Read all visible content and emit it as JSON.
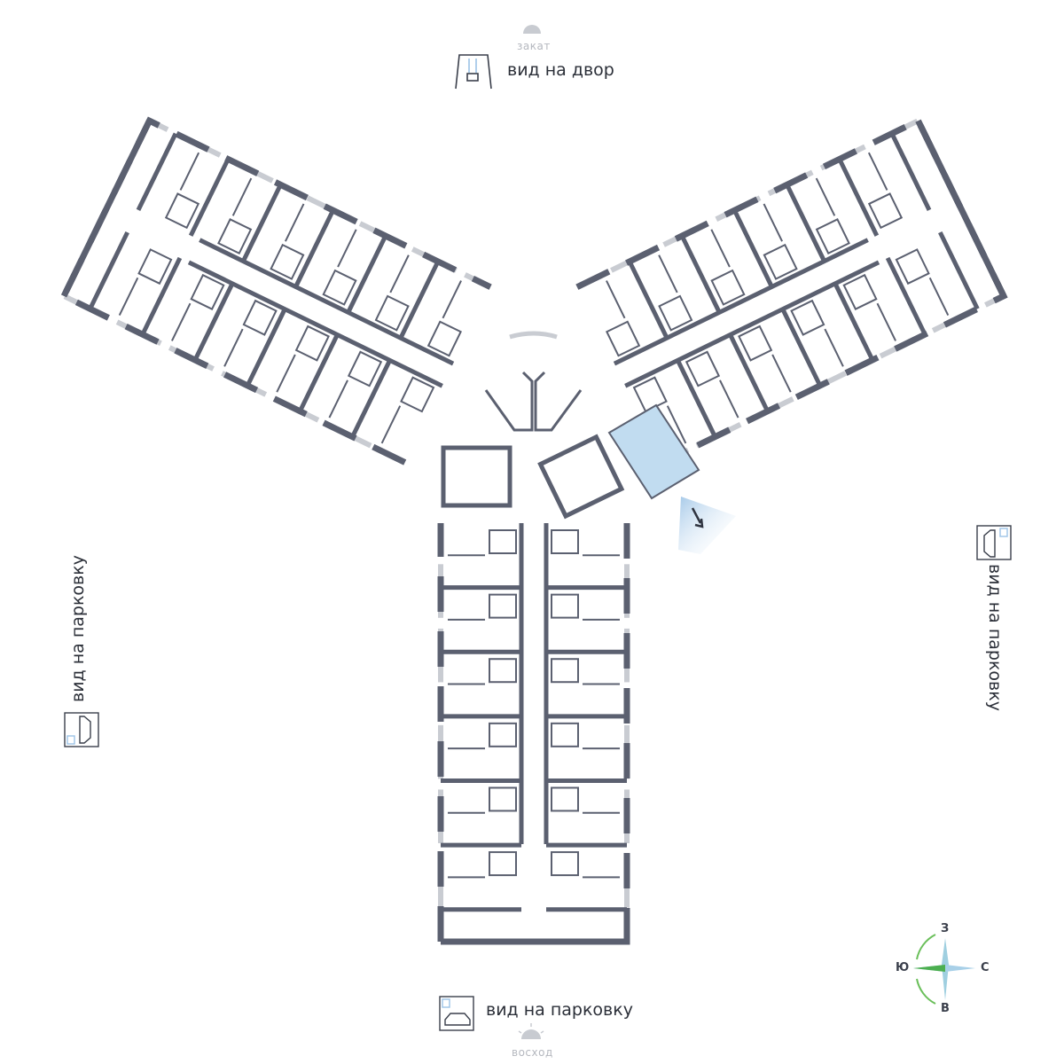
{
  "views": {
    "top": "вид на двор",
    "bottom": "вид на парковку",
    "left": "вид на парковку",
    "right": "вид на парковку"
  },
  "sun": {
    "sunset": "закат",
    "sunrise": "восход"
  },
  "compass": {
    "north": "С",
    "south": "Ю",
    "west": "З",
    "east": "В"
  },
  "icons": {
    "top": "swing-icon",
    "parking": "parking-icon",
    "sun": "sun-icon",
    "arrow": "view-direction-arrow-icon"
  },
  "colors": {
    "wall": "#5b6070",
    "highlight": "#c1dcf0",
    "window": "#c9ccd2",
    "compass_green": "#5cb85c",
    "compass_blue": "#9fcfe0"
  }
}
